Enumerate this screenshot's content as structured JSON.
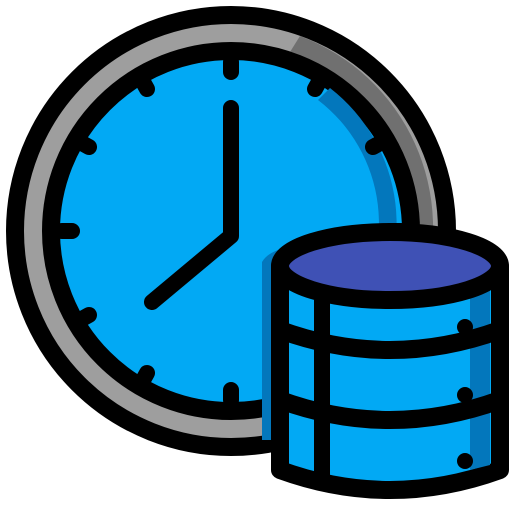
{
  "icon": {
    "name": "clock-database-icon",
    "parts": [
      "clock-icon",
      "database-icon"
    ]
  },
  "colors": {
    "outline": "#000000",
    "bezel_light": "#9e9e9e",
    "bezel_dark": "#707070",
    "face": "#02a9f4",
    "face_shadow": "#0377bc",
    "database_body": "#02a9f4",
    "database_shadow": "#0377bc",
    "database_top": "#3f51b5",
    "background": "#ffffff"
  },
  "clock": {
    "tick_count": 12,
    "hour_hand_points_to": 8,
    "minute_hand_points_to": 12
  },
  "database": {
    "tiers": 3
  }
}
